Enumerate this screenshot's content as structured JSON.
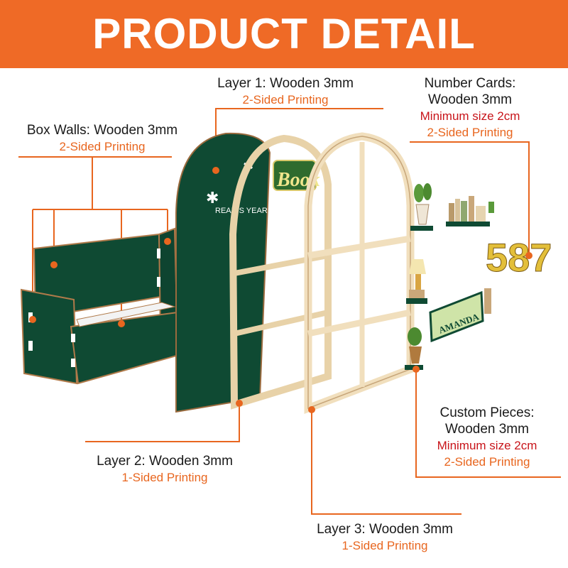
{
  "header": {
    "title": "PRODUCT DETAIL"
  },
  "labels": {
    "box_walls": {
      "line1": "Box Walls: Wooden 3mm",
      "line2": "2-Sided Printing"
    },
    "layer1": {
      "line1": "Layer 1: Wooden 3mm",
      "line2": "2-Sided Printing"
    },
    "number_cards": {
      "line1": "Number Cards:",
      "line2": "Wooden 3mm",
      "line3": "Minimum size 2cm",
      "line4": "2-Sided Printing"
    },
    "layer2": {
      "line1": "Layer 2: Wooden 3mm",
      "line2": "1-Sided Printing"
    },
    "custom_pieces": {
      "line1": "Custom Pieces:",
      "line2": "Wooden 3mm",
      "line3": "Minimum size 2cm",
      "line4": "2-Sided Printing"
    },
    "layer3": {
      "line1": "Layer 3: Wooden 3mm",
      "line2": "1-Sided Printing"
    }
  },
  "artwork": {
    "back_panel_text": "READ   S YEAR",
    "sign_text": "Book",
    "number_text": "587",
    "name_plate_text": "AMANDA"
  },
  "colors": {
    "header": "#ef6a26",
    "accent_orange": "#e8661f",
    "accent_red": "#c8141a",
    "panel_green": "#0f4a33",
    "wood": "#f1dfbd"
  },
  "icons": [
    "potted-plant-icon",
    "bookshelf-icon",
    "table-lamp-icon",
    "name-plate-icon",
    "potted-succulent-icon"
  ]
}
